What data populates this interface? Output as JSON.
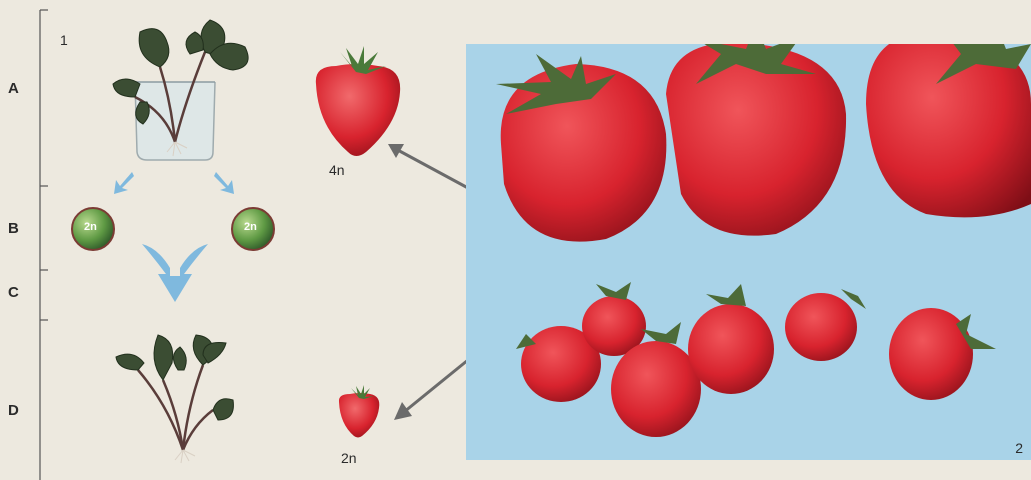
{
  "figure_labels": {
    "panel_1": "1",
    "panel_2": "2"
  },
  "rows": [
    {
      "key": "A",
      "label": "A"
    },
    {
      "key": "B",
      "label": "B"
    },
    {
      "key": "C",
      "label": "C"
    },
    {
      "key": "D",
      "label": "D"
    }
  ],
  "cells": {
    "left_cell": "2n",
    "right_cell": "2n"
  },
  "fruit_labels": {
    "large": "4n",
    "small": "2n"
  },
  "colors": {
    "background": "#ede9df",
    "photo_background": "#a9d3e8",
    "strawberry_red": "#d8232e",
    "leaf_green": "#3f5a34",
    "cell_green": "#5f9a44",
    "arrow_blue": "#7fb9de",
    "arrow_gray": "#6b6b6b"
  }
}
